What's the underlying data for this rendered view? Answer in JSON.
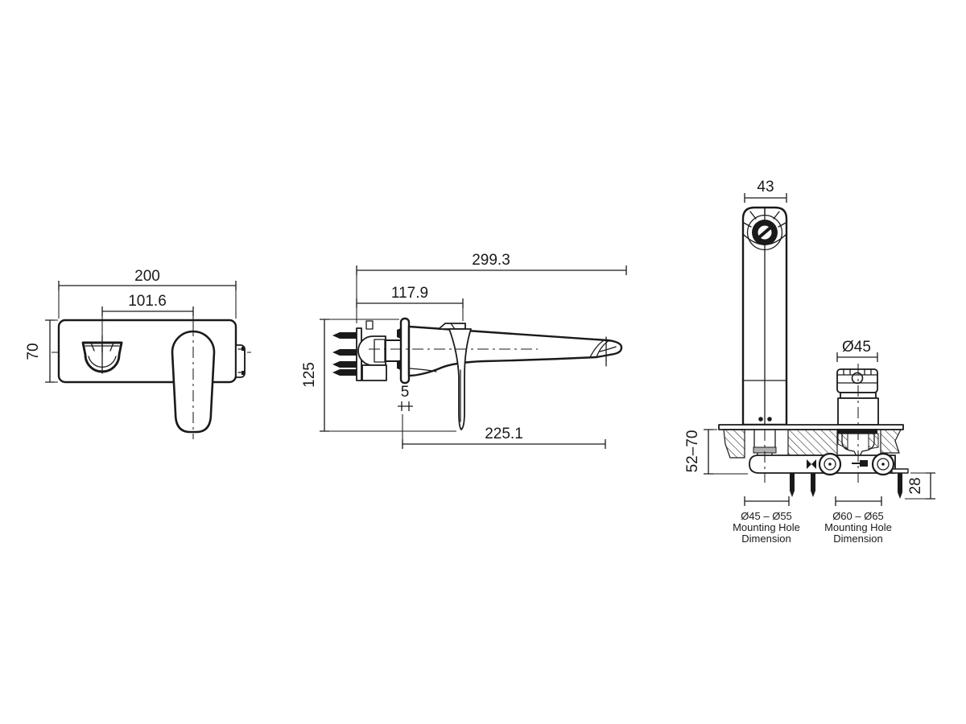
{
  "colors": {
    "background": "#ffffff",
    "line": "#1a1a1a",
    "shade": "#b0b0b0"
  },
  "front_view": {
    "plate_width": "200",
    "spout_to_handle": "101.6",
    "plate_height": "70"
  },
  "side_view": {
    "overall_depth": "299.3",
    "body_depth": "117.9",
    "body_height": "125",
    "backplate_thickness": "5",
    "spout_reach": "225.1"
  },
  "end_view": {
    "spout_width": "43",
    "handle_diameter": "Ø45",
    "wall_range": "52–70",
    "lug_length": "28",
    "mounting_notes": [
      {
        "range": "Ø45 – Ø55",
        "line2": "Mounting Hole",
        "line3": "Dimension"
      },
      {
        "range": "Ø60 – Ø65",
        "line2": "Mounting Hole",
        "line3": "Dimension"
      }
    ]
  }
}
